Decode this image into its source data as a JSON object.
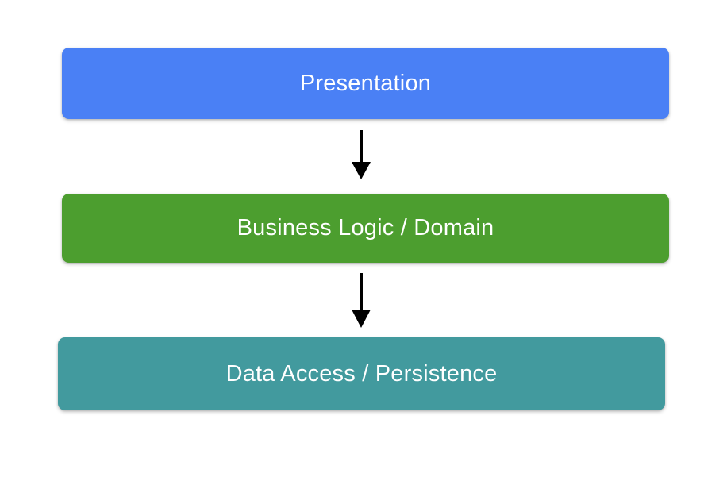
{
  "diagram": {
    "type": "layered-architecture-flow",
    "background_color": "#ffffff",
    "orientation": "vertical-top-down",
    "nodes": [
      {
        "id": "presentation",
        "label": "Presentation",
        "fill_color": "#4a80f5",
        "text_color": "#ffffff",
        "shape": "rounded-rectangle"
      },
      {
        "id": "business-logic",
        "label": "Business Logic / Domain",
        "fill_color": "#4c9e2f",
        "text_color": "#ffffff",
        "shape": "rounded-rectangle"
      },
      {
        "id": "data-access",
        "label": "Data Access / Persistence",
        "fill_color": "#429a9e",
        "text_color": "#ffffff",
        "shape": "rounded-rectangle"
      }
    ],
    "edges": [
      {
        "id": "edge-presentation-to-business-logic",
        "from": "presentation",
        "to": "business-logic",
        "style": "solid",
        "color": "#000000",
        "arrowhead": "filled-triangle"
      },
      {
        "id": "edge-business-logic-to-data-access",
        "from": "business-logic",
        "to": "data-access",
        "style": "solid",
        "color": "#000000",
        "arrowhead": "filled-triangle"
      }
    ]
  }
}
